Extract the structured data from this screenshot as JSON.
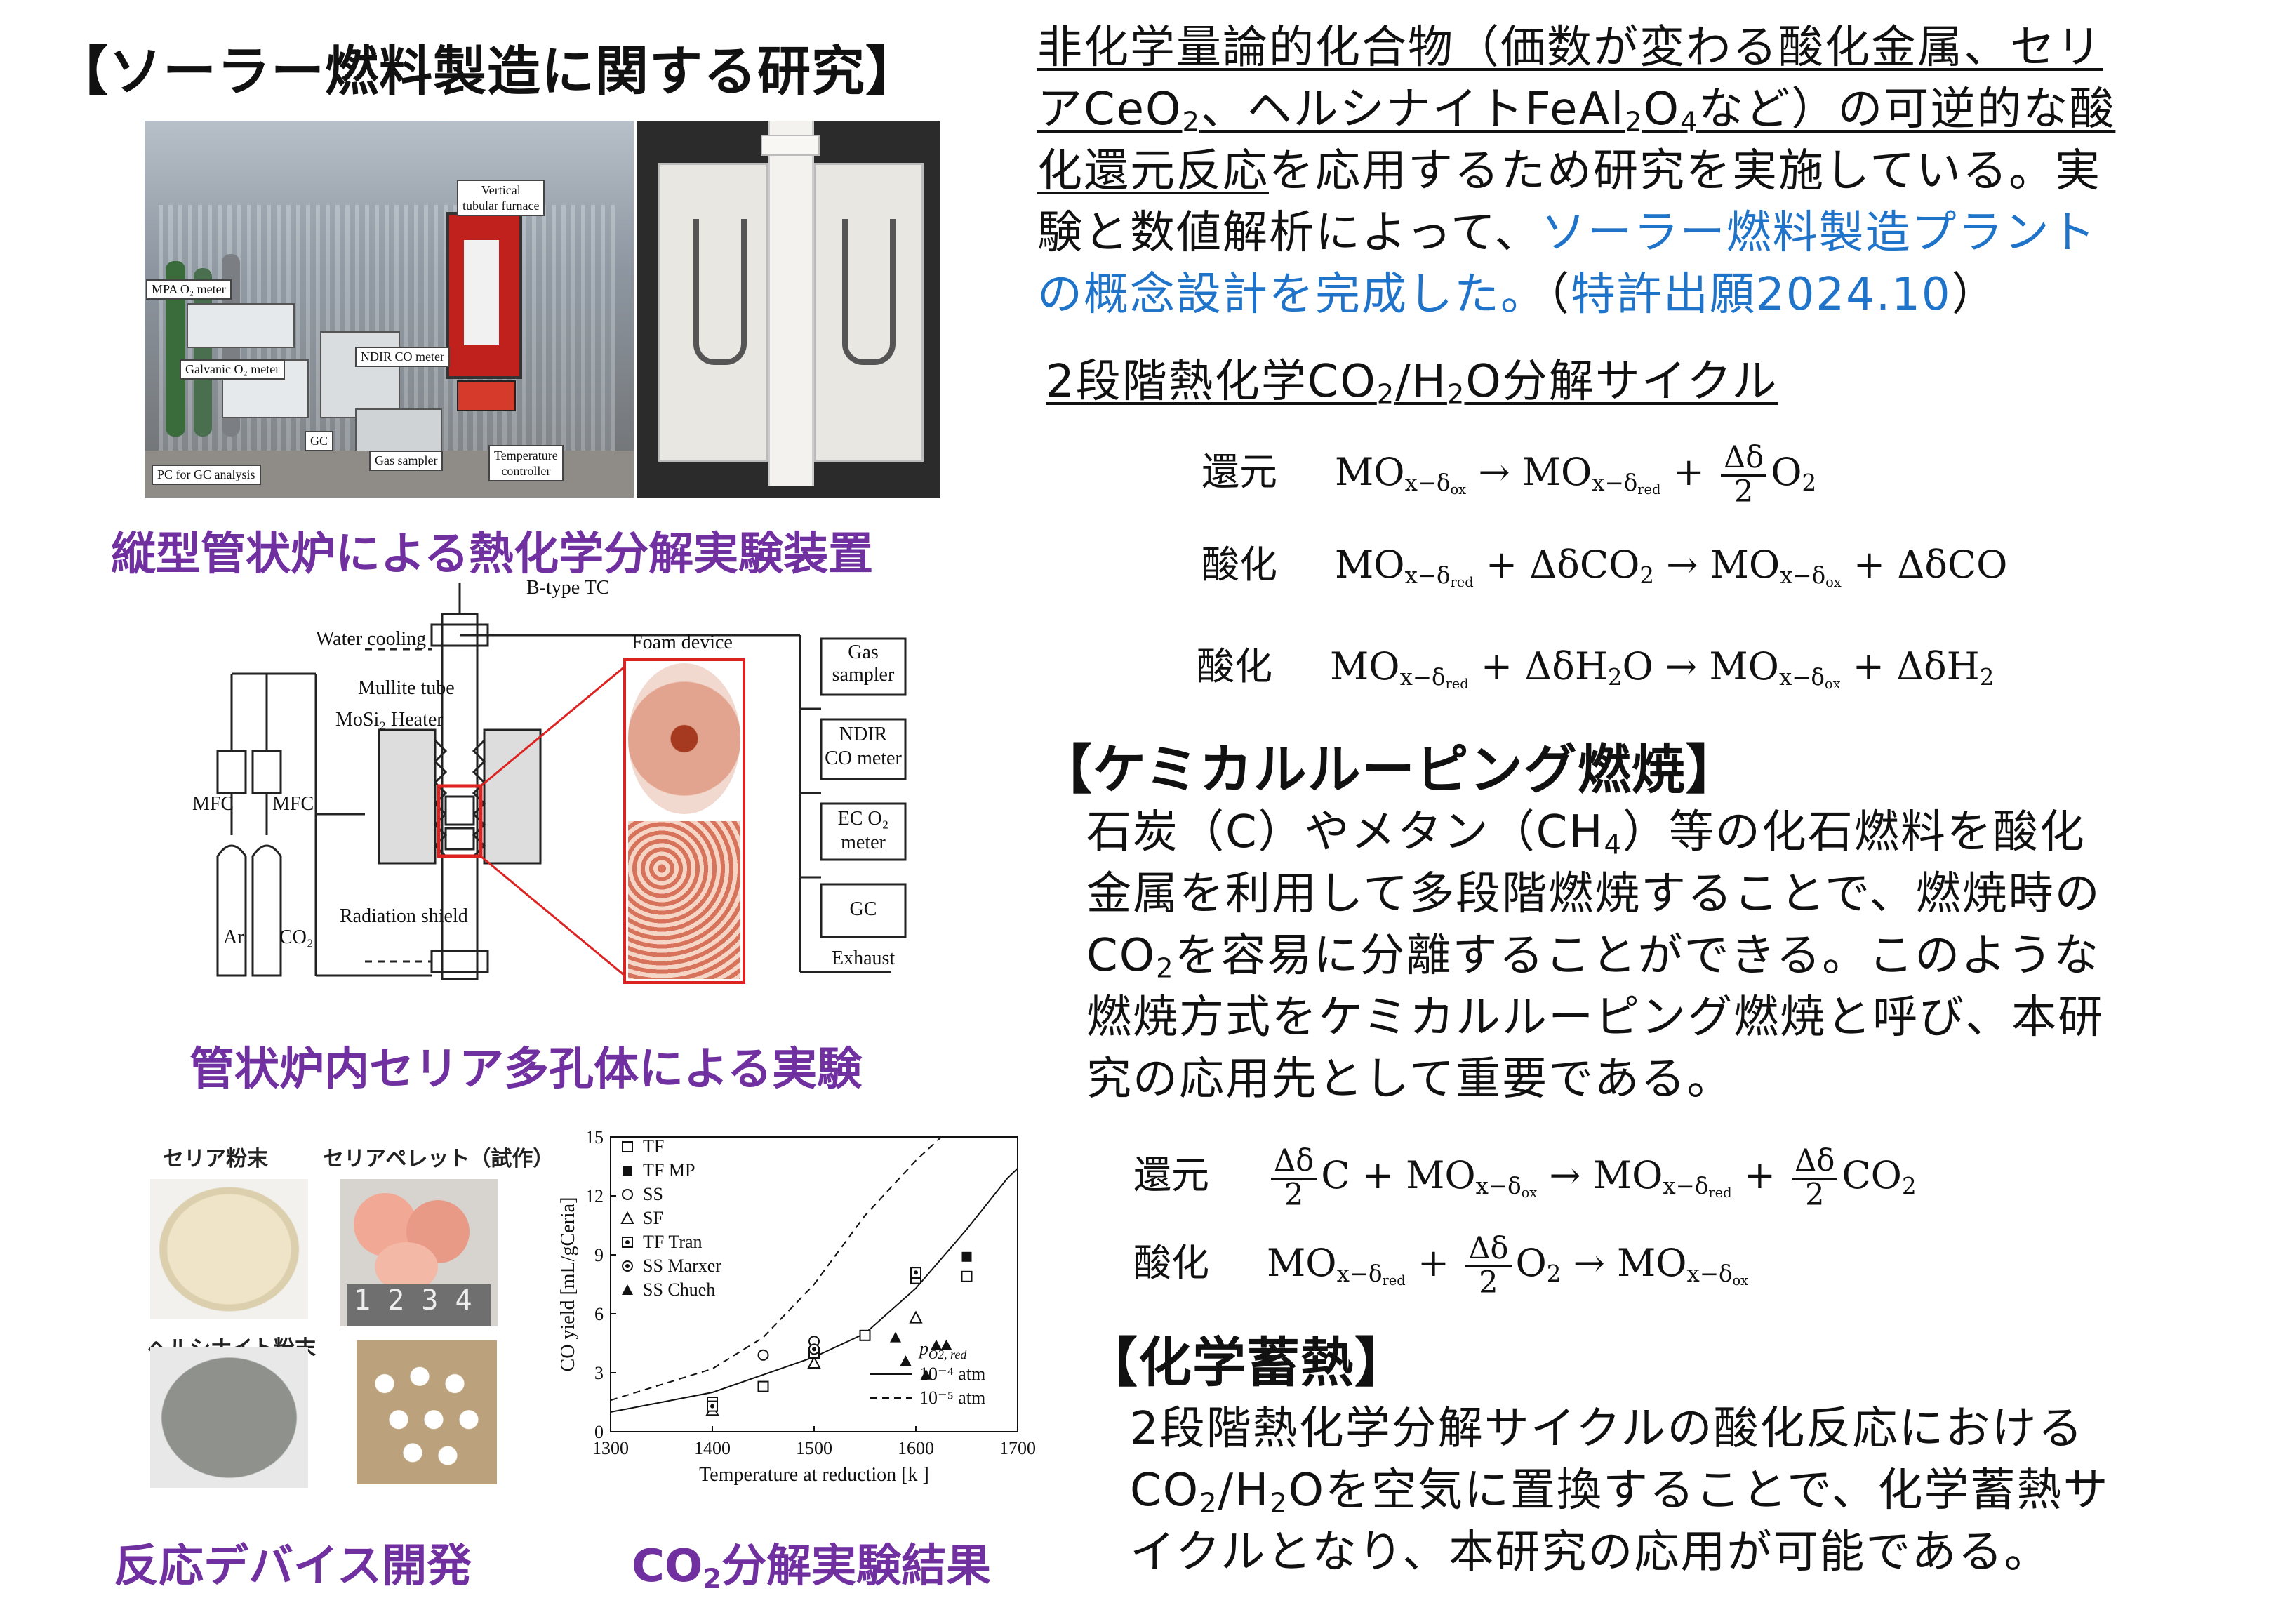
{
  "left": {
    "title": "【ソーラー燃料製造に関する研究】",
    "photo_labels": {
      "vertical": "Vertical",
      "tubular": "tubular furnace",
      "mpa": "MPA O₂ meter",
      "galvanic": "Galvanic O₂ meter",
      "ndir": "NDIR CO meter",
      "gc": "GC",
      "pc": "PC for GC analysis",
      "gas_sampler": "Gas sampler",
      "temperature": "Temperature",
      "controller": "controller"
    },
    "caption1": "縦型管状炉による熱化学分解実験装置",
    "diagram": {
      "btype": "B-type TC",
      "water": "Water cooling",
      "mullite": "Mullite tube",
      "heater": "MoSi₂ Heater",
      "foam": "Foam device",
      "mfc1": "MFC",
      "mfc2": "MFC",
      "radiation": "Radiation shield",
      "ar": "Ar",
      "co2": "CO₂",
      "gas1": "Gas",
      "gas2": "sampler",
      "ndir1": "NDIR",
      "ndir2": "CO meter",
      "ec1": "EC O₂",
      "ec2": "meter",
      "gc": "GC",
      "exhaust": "Exhaust"
    },
    "caption2": "管状炉内セリア多孔体による実験",
    "samples": {
      "ceria_powder": "セリア粉末",
      "ceria_pellet": "セリアペレット（試作）",
      "hercynite_powder": "ヘルシナイト粉末",
      "ruler": "1 2 3 4"
    },
    "caption3": "反応デバイス開発",
    "caption4": "CO₂分解実験結果"
  },
  "chart_data": {
    "type": "scatter",
    "xlabel": "Temperature at reduction [k ]",
    "ylabel": "CO yield [mL/gCeria]",
    "xlim": [
      1300,
      1700
    ],
    "ylim": [
      0,
      15
    ],
    "xticks": [
      1300,
      1400,
      1500,
      1600,
      1700
    ],
    "yticks": [
      0,
      3,
      6,
      9,
      12,
      15
    ],
    "legend_placement": "top-left",
    "series": [
      {
        "name": "TF",
        "marker": "open-square",
        "points": [
          [
            1400,
            1.5
          ],
          [
            1450,
            2.3
          ],
          [
            1550,
            4.9
          ],
          [
            1600,
            7.8
          ],
          [
            1650,
            7.9
          ]
        ]
      },
      {
        "name": "TF MP",
        "marker": "filled-square",
        "points": [
          [
            1600,
            8.0
          ],
          [
            1650,
            8.9
          ]
        ]
      },
      {
        "name": "SS",
        "marker": "open-circle",
        "points": [
          [
            1450,
            3.9
          ],
          [
            1500,
            4.6
          ]
        ]
      },
      {
        "name": "SF",
        "marker": "open-triangle",
        "points": [
          [
            1400,
            1.1
          ],
          [
            1500,
            3.5
          ],
          [
            1600,
            5.8
          ]
        ]
      },
      {
        "name": "TF Tran",
        "marker": "boxed-dot",
        "points": [
          [
            1400,
            1.3
          ],
          [
            1500,
            4.0
          ],
          [
            1600,
            8.1
          ]
        ]
      },
      {
        "name": "SS Marxer",
        "marker": "dot-circle",
        "points": [
          [
            1500,
            4.2
          ]
        ]
      },
      {
        "name": "SS Chueh",
        "marker": "filled-triangle",
        "points": [
          [
            1580,
            4.8
          ],
          [
            1590,
            3.6
          ],
          [
            1620,
            4.4
          ],
          [
            1630,
            4.4
          ],
          [
            1610,
            2.9
          ]
        ]
      }
    ],
    "curves": [
      {
        "name": "10⁻⁴ atm",
        "style": "solid",
        "points": [
          [
            1300,
            1.0
          ],
          [
            1400,
            2.0
          ],
          [
            1500,
            3.8
          ],
          [
            1550,
            5.0
          ],
          [
            1600,
            7.3
          ],
          [
            1650,
            10.3
          ],
          [
            1690,
            12.9
          ],
          [
            1700,
            13.4
          ]
        ]
      },
      {
        "name": "10⁻⁵ atm",
        "style": "dashed",
        "points": [
          [
            1300,
            1.6
          ],
          [
            1400,
            3.2
          ],
          [
            1450,
            4.8
          ],
          [
            1500,
            7.5
          ],
          [
            1550,
            11.0
          ],
          [
            1600,
            13.8
          ],
          [
            1625,
            15.0
          ]
        ]
      }
    ],
    "curve_legend_title": "pO2, red"
  },
  "right": {
    "intro_u1": "非化学量論的化合物（価数が変わる酸化金属、セリ",
    "intro_u2a": "アCeO",
    "intro_u2b": "2",
    "intro_u2c": "、ヘルシナイトFeAl",
    "intro_u2d": "2",
    "intro_u2e": "O",
    "intro_u2f": "4",
    "intro_u2g": "など）の可逆的な酸",
    "intro_u3": "化還元反応",
    "intro_3b": "を応用するため研究を実施している。実",
    "intro_4a": "験と数値解析によって、",
    "intro_4b": "ソーラー燃料製造プラント",
    "intro_5a": "の概念設計を完成した。",
    "intro_5b": "（",
    "intro_5c": "特許出願2024.10",
    "intro_5d": "）",
    "cycle_title_a": "2段階熱化学CO",
    "cycle_title_b": "2",
    "cycle_title_c": "/H",
    "cycle_title_d": "2",
    "cycle_title_e": "O分解サイクル",
    "eq_label_red": "還元",
    "eq_label_ox1": "酸化",
    "eq_label_ox2": "酸化",
    "clc_title": "【ケミカルルーピング燃焼】",
    "clc_1": "石炭（C）やメタン（CH",
    "clc_1s": "4",
    "clc_1b": "）等の化石燃料を酸化",
    "clc_2": "金属を利用して多段階燃焼することで、燃焼時の",
    "clc_3a": "CO",
    "clc_3s": "2",
    "clc_3b": "を容易に分離することができる。このような",
    "clc_4": "燃焼方式をケミカルルーピング燃焼と呼び、本研",
    "clc_5": "究の応用先として重要である。",
    "clc_eq_red": "還元",
    "clc_eq_ox": "酸化",
    "ts_title": "【化学蓄熱】",
    "ts_1": "2段階熱化学分解サイクルの酸化反応における",
    "ts_2a": "CO",
    "ts_2s": "2",
    "ts_2b": "/H",
    "ts_2s2": "2",
    "ts_2c": "Oを空気に置換することで、化学蓄熱サ",
    "ts_3": "イクルとなり、本研究の応用が可能である。"
  },
  "colors": {
    "caption": "#7030a0",
    "link": "#1f73c8",
    "furnace": "#c0211d"
  }
}
